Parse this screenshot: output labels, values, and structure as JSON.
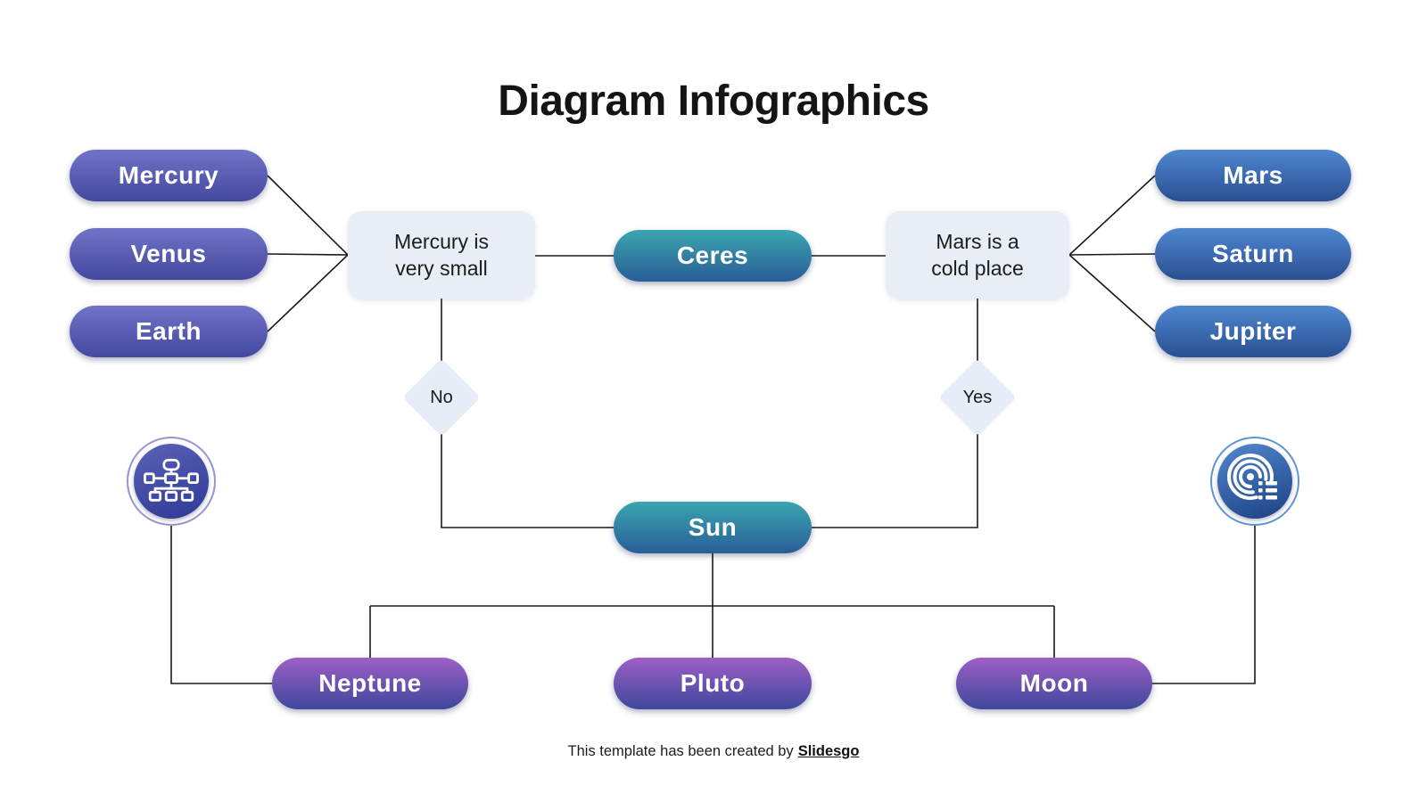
{
  "title": "Diagram Infographics",
  "diagram": {
    "left_pills": [
      "Mercury",
      "Venus",
      "Earth"
    ],
    "decision_left": "Mercury is\nvery small",
    "center_top_pill": "Ceres",
    "decision_right": "Mars is a\ncold place",
    "right_pills": [
      "Mars",
      "Saturn",
      "Jupiter"
    ],
    "no_label": "No",
    "yes_label": "Yes",
    "center_pill": "Sun",
    "bottom_pills": [
      "Neptune",
      "Pluto",
      "Moon"
    ]
  },
  "icons": {
    "left": "sitemap-icon",
    "right": "fingerprint-list-icon"
  },
  "footer": {
    "text": "This template has been created by",
    "brand": "Slidesgo"
  },
  "colors": {
    "indigo_pill_top": "#7073c6",
    "indigo_pill_bottom": "#44489f",
    "blue_pill_top": "#4f87d0",
    "blue_pill_bottom": "#2a4f92",
    "teal_pill_top": "#3aa5ae",
    "teal_pill_bottom": "#295d98",
    "purple_pill_top": "#9d5fc5",
    "purple_pill_bottom": "#3f479c",
    "decision_box_bg": "#e8edf6",
    "diamond_bg": "#e7edf6",
    "connector_line": "#1a1a1a",
    "background": "#ffffff"
  }
}
